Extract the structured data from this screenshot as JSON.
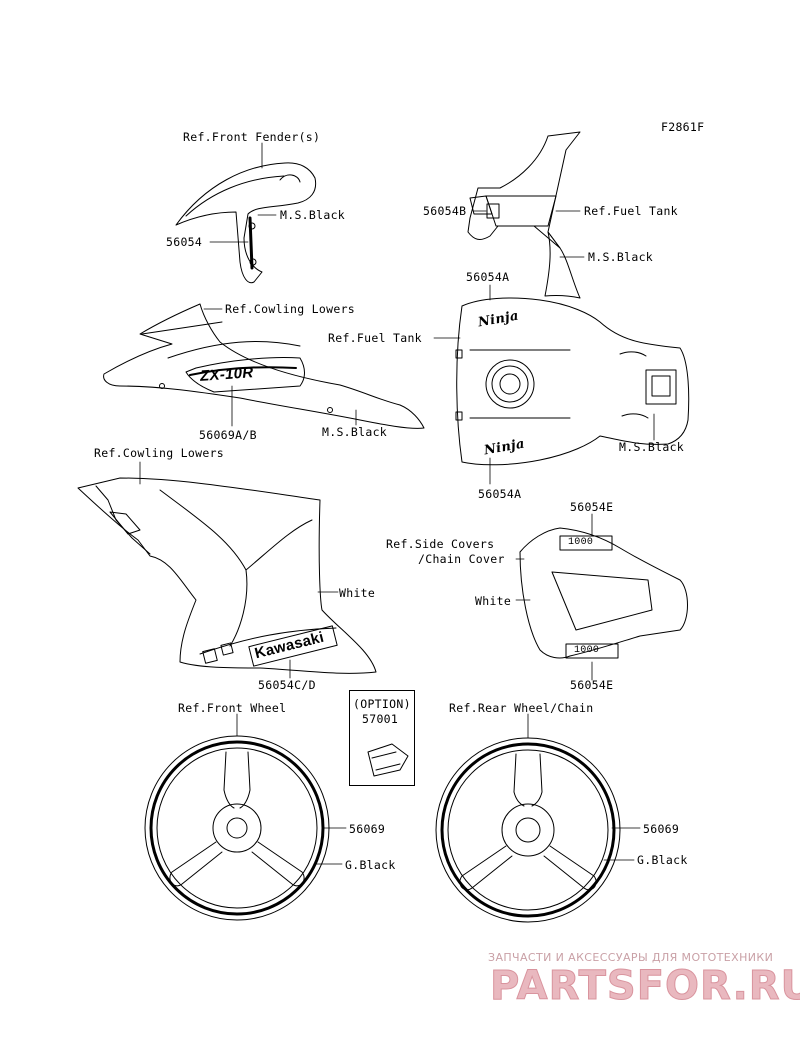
{
  "diagram": {
    "figure_code": "F2861F",
    "labels": {
      "front_fender_ref": "Ref.Front Fender(s)",
      "ms_black_fender": "M.S.Black",
      "part_56054": "56054",
      "part_56054b": "56054B",
      "fuel_tank_ref_top": "Ref.Fuel Tank",
      "ms_black_tank_top": "M.S.Black",
      "part_56054a_top": "56054A",
      "cowling_lowers_ref_1": "Ref.Cowling Lowers",
      "fuel_tank_ref_mid": "Ref.Fuel Tank",
      "part_56069ab": "56069A/B",
      "ms_black_cowl": "M.S.Black",
      "ms_black_tank": "M.S.Black",
      "part_56054a_bottom": "56054A",
      "cowling_lowers_ref_2": "Ref.Cowling Lowers",
      "part_56054e_top": "56054E",
      "side_covers_ref_1": "Ref.Side Covers",
      "side_covers_ref_2": "/Chain Cover",
      "white_right": "White",
      "white_left": "White",
      "part_56054cd": "56054C/D",
      "part_56054e_bottom": "56054E",
      "front_wheel_ref": "Ref.Front Wheel",
      "option_label": "(OPTION)",
      "part_57001": "57001",
      "rear_wheel_ref": "Ref.Rear Wheel/Chain",
      "part_56069_front": "56069",
      "g_black_front": "G.Black",
      "part_56069_rear": "56069",
      "g_black_rear": "G.Black"
    },
    "decals": {
      "tank_logo_top": "Ninja",
      "tank_logo_bottom": "Ninja",
      "cowl_model": "ZX-10R",
      "fairing_brand": "Kawasaki",
      "tail_badge_top": "1000",
      "tail_badge_bottom": "1000"
    }
  },
  "watermark": {
    "tagline": "ЗАПЧАСТИ И АКСЕССУАРЫ ДЛЯ МОТОТЕХНИКИ",
    "brand": "PARTSFOR.RU"
  },
  "colors": {
    "line": "#000000",
    "watermark_text": "#c9a0a6",
    "watermark_logo": "#e9b8bf"
  }
}
